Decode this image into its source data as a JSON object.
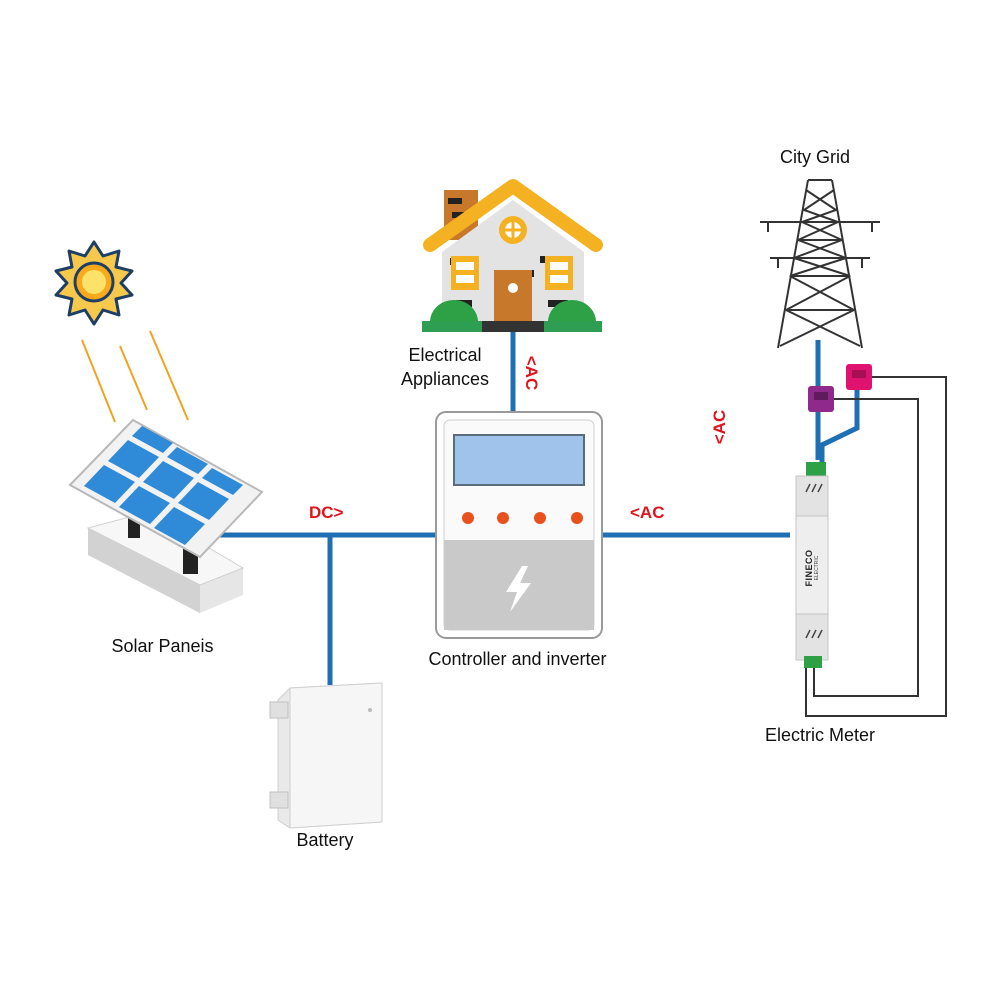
{
  "labels": {
    "city_grid": "City Grid",
    "appliances_line1": "Electrical",
    "appliances_line2": "Appliances",
    "solar": "Solar Paneis",
    "inverter": "Controller and inverter",
    "battery": "Battery",
    "meter": "Electric Meter"
  },
  "flows": {
    "dc": "DC>",
    "ac_inverter_meter": "<AC",
    "ac_house": "<AC",
    "ac_grid": "<AC"
  },
  "meter_brand": {
    "name": "FINECO",
    "sub": "ELECTRIC"
  },
  "colors": {
    "wire": "#1f6fb5",
    "flow_text": "#e0141e",
    "screen": "#9fc3ea",
    "button": "#e8511d",
    "panel_cell": "#2f8ad8",
    "sun": "#f6c84b",
    "roof": "#f4b223",
    "clamp_left": "#8f2a8c",
    "clamp_right": "#e0126f"
  }
}
